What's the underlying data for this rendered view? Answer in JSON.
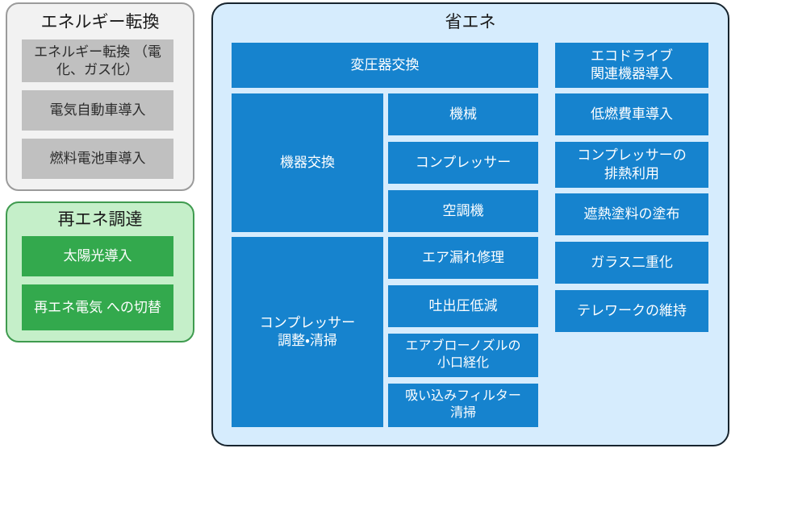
{
  "groups": {
    "energy_conversion": {
      "title": "エネルギー転換",
      "items": [
        {
          "label": "エネルギー転換\n（電化、ガス化）"
        },
        {
          "label": "電気自動車導入"
        },
        {
          "label": "燃料電池車導入"
        }
      ],
      "colors": {
        "panel_bg": "#f2f2f2",
        "panel_border": "#9b9b9b",
        "box_bg": "#c0c0c0",
        "box_text": "#2b2b2b"
      }
    },
    "renewable_procurement": {
      "title": "再エネ調達",
      "items": [
        {
          "label": "太陽光導入"
        },
        {
          "label": "再エネ電気\nへの切替"
        }
      ],
      "colors": {
        "panel_bg": "#c5efc9",
        "panel_border": "#3f9b4f",
        "box_bg": "#33a94d",
        "box_text": "#ffffff"
      }
    },
    "energy_saving": {
      "title": "省エネ",
      "colors": {
        "panel_bg": "#d6ecfd",
        "panel_border": "#17242e",
        "box_bg": "#1683ce",
        "box_text": "#ffffff"
      },
      "wide_item": {
        "label": "変圧器交換"
      },
      "categories": [
        {
          "label": "機器交換",
          "children": [
            {
              "label": "機械"
            },
            {
              "label": "コンプレッサー"
            },
            {
              "label": "空調機"
            }
          ]
        },
        {
          "label": "コンプレッサー\n調整・清掃",
          "children": [
            {
              "label": "エア漏れ修理"
            },
            {
              "label": "吐出圧低減"
            },
            {
              "label": "エアブローノズルの\n小口経化"
            },
            {
              "label": "吸い込みフィルター\n清掃"
            }
          ]
        }
      ],
      "right_items": [
        {
          "label": "エコドライブ\n関連機器導入"
        },
        {
          "label": "低燃費車導入"
        },
        {
          "label": "コンプレッサーの\n排熱利用"
        },
        {
          "label": "遮熱塗料の塗布"
        },
        {
          "label": "ガラス二重化"
        },
        {
          "label": "テレワークの維持"
        }
      ]
    }
  }
}
